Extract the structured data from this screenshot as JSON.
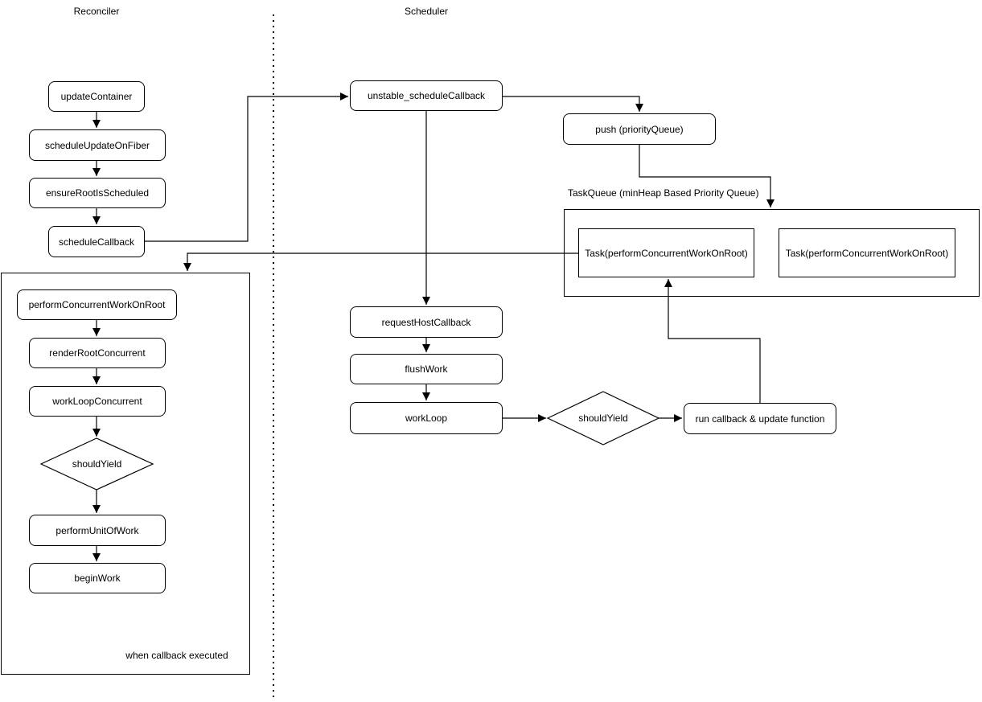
{
  "titles": {
    "reconciler": "Reconciler",
    "scheduler": "Scheduler"
  },
  "nodes": {
    "update_container": "updateContainer",
    "schedule_update_on_fiber": "scheduleUpdateOnFiber",
    "ensure_root_is_scheduled": "ensureRootIsScheduled",
    "schedule_callback": "scheduleCallback",
    "perform_concurrent_work_on_root": "performConcurrentWorkOnRoot",
    "render_root_concurrent": "renderRootConcurrent",
    "work_loop_concurrent": "workLoopConcurrent",
    "should_yield_reconciler": "shouldYield",
    "perform_unit_of_work": "performUnitOfWork",
    "begin_work": "beginWork",
    "unstable_schedule_callback": "unstable_scheduleCallback",
    "push_priority_queue": "push (priorityQueue)",
    "request_host_callback": "requestHostCallback",
    "flush_work": "flushWork",
    "work_loop": "workLoop",
    "should_yield_scheduler": "shouldYield",
    "run_callback": "run callback & update function",
    "task_1": "Task(performConcurrentWorkOnRoot)",
    "task_2": "Task(performConcurrentWorkOnRoot)"
  },
  "labels": {
    "task_queue": "TaskQueue (minHeap Based Priority Queue)",
    "when_callback_executed": "when callback executed"
  },
  "colors": {
    "stroke": "#000000",
    "node_fill": "#ffffff",
    "background": "#ffffff"
  },
  "edges": [
    {
      "from": "update_container",
      "to": "schedule_update_on_fiber"
    },
    {
      "from": "schedule_update_on_fiber",
      "to": "ensure_root_is_scheduled"
    },
    {
      "from": "ensure_root_is_scheduled",
      "to": "schedule_callback"
    },
    {
      "from": "schedule_callback",
      "to": "unstable_schedule_callback"
    },
    {
      "from": "unstable_schedule_callback",
      "to": "push_priority_queue"
    },
    {
      "from": "push_priority_queue",
      "to": "task_queue_frame"
    },
    {
      "from": "unstable_schedule_callback",
      "to": "request_host_callback"
    },
    {
      "from": "request_host_callback",
      "to": "flush_work"
    },
    {
      "from": "flush_work",
      "to": "work_loop"
    },
    {
      "from": "work_loop",
      "to": "should_yield_scheduler"
    },
    {
      "from": "should_yield_scheduler",
      "to": "run_callback"
    },
    {
      "from": "run_callback",
      "to": "task_1"
    },
    {
      "from": "task_1",
      "to": "reconciler_callback_group"
    },
    {
      "from": "perform_concurrent_work_on_root",
      "to": "render_root_concurrent"
    },
    {
      "from": "render_root_concurrent",
      "to": "work_loop_concurrent"
    },
    {
      "from": "work_loop_concurrent",
      "to": "should_yield_reconciler"
    },
    {
      "from": "should_yield_reconciler",
      "to": "perform_unit_of_work"
    },
    {
      "from": "perform_unit_of_work",
      "to": "begin_work"
    }
  ]
}
